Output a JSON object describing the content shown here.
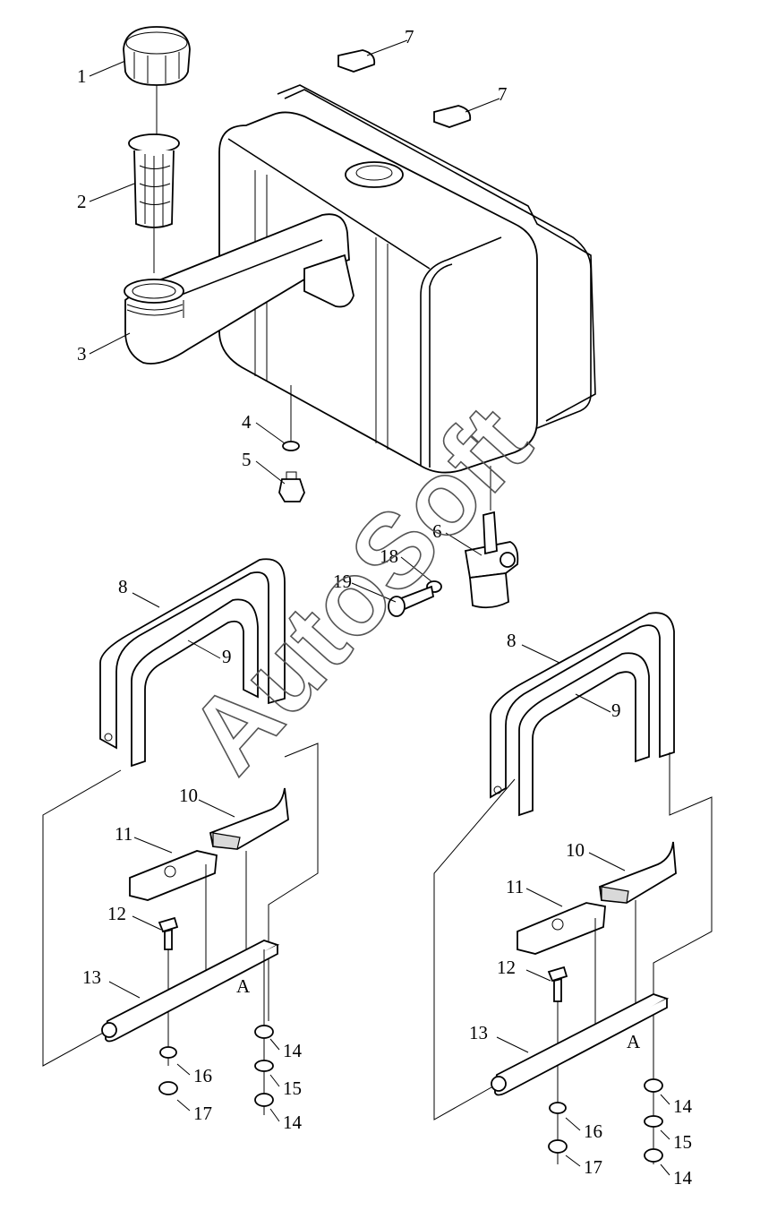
{
  "diagram": {
    "watermark": "AutoSoft",
    "callouts": {
      "c1": "1",
      "c2": "2",
      "c3": "3",
      "c4": "4",
      "c5": "5",
      "c6": "6",
      "c7a": "7",
      "c7b": "7",
      "c8l": "8",
      "c8r": "8",
      "c9l": "9",
      "c9r": "9",
      "c10l": "10",
      "c10r": "10",
      "c11l": "11",
      "c11r": "11",
      "c12l": "12",
      "c12r": "12",
      "c13l": "13",
      "c13r": "13",
      "c14l1": "14",
      "c14l2": "14",
      "c14r1": "14",
      "c14r2": "14",
      "c15l": "15",
      "c15r": "15",
      "c16l": "16",
      "c16r": "16",
      "c17l": "17",
      "c17r": "17",
      "c18": "18",
      "c19": "19",
      "aL": "A",
      "aR": "A"
    }
  }
}
